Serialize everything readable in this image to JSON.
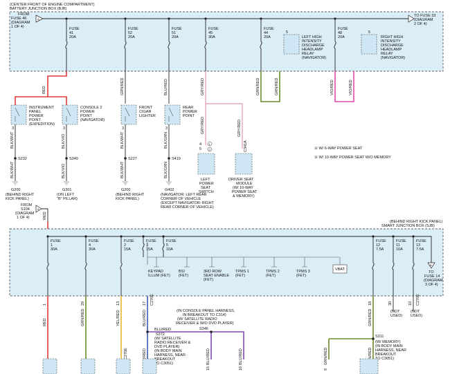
{
  "bjb": {
    "location": "(CENTER FRONT OF ENGINE COMPARTMENT)",
    "title": "BATTERY JUNCTION BOX (BJB)",
    "from_ref": [
      "FROM",
      "FUSE 46",
      "(DIAGRAM",
      "1 OF 4)"
    ],
    "to_ref": [
      "TO FUSE 33",
      "(DIAGRAM",
      "2 OF 4)"
    ],
    "fuses": [
      {
        "name": "FUSE",
        "num": "41",
        "amp": "20A"
      },
      {
        "name": "FUSE",
        "num": "52",
        "amp": "20A"
      },
      {
        "name": "FUSE",
        "num": "51",
        "amp": "20A"
      },
      {
        "name": "FUSE",
        "num": "45",
        "amp": "30A"
      },
      {
        "name": "FUSE",
        "num": "44",
        "amp": "20A"
      },
      {
        "name": "FUSE",
        "num": "48",
        "amp": "20A"
      }
    ],
    "relay_left": [
      "LEFT HIGH",
      "INTENSITY",
      "DISCHARGE",
      "HEADLAMP",
      "RELAY",
      "(NAVIGATOR)"
    ],
    "relay_right": [
      "RIGHT HIGH",
      "INTENSITY",
      "DISCHARGE",
      "HEADLAMP",
      "RELAY",
      "(NAVIGATOR)"
    ],
    "relay_pin": "5"
  },
  "wires_top": {
    "red": "RED",
    "grn_red": "GRN/RED",
    "blu_red": "BLU/RED",
    "gry_red": "GRY/RED",
    "vio_red": "VIO/RED"
  },
  "power_points": [
    {
      "label": [
        "INSTRUMENT",
        "PANEL",
        "POWER",
        "POINT",
        "(EXPEDITION)"
      ],
      "pin": "3",
      "wire": "BLK/WHT",
      "splice": "S232",
      "wire2": "BLK/WHT",
      "ground": "G200",
      "loc": [
        "(BEHIND RIGHT",
        "KICK PANEL)"
      ]
    },
    {
      "label": [
        "CONSOLE 2",
        "POWER",
        "POINT",
        "(NAVIGATOR)"
      ],
      "pin": "3",
      "wire": "BLK/VIO",
      "splice": "S349",
      "wire2": "BLK/VIO",
      "ground": "G301",
      "loc": [
        "(ON LEFT",
        "\"B\" PILLAR)"
      ]
    },
    {
      "label": [
        "FRONT",
        "CIGAR",
        "LIGHTER"
      ],
      "pin": "3",
      "wire": "BLK/WHT",
      "splice": "S227",
      "wire2": "BLK/WHT",
      "ground": "G200",
      "loc": [
        "(BEHIND RIGHT",
        "KICK PANEL)"
      ]
    },
    {
      "label": [
        "REAR",
        "POWER",
        "POINT"
      ],
      "pin": "3",
      "wire": "BLK/GRN",
      "splice": "S419",
      "wire2": "BLK/GRN",
      "ground": "G402",
      "loc": [
        "(NAVIGATOR: LEFT REAR",
        "CORNER OF VEHICLE",
        "(EXCEPT NAVIGATOR: RIGHT",
        "REAR CORNER OF VEHICLE)"
      ]
    }
  ],
  "seats": {
    "left": {
      "wire": "GRY/RED",
      "pin": "4",
      "pin2": "5",
      "label": [
        "LEFT",
        "POWER",
        "SEAT",
        "SWITCH"
      ]
    },
    "driver": {
      "wire": "GRY/RED",
      "conn": "C341A",
      "label": [
        "DRIVER SEAT",
        "MODULE",
        "(W/ 10-WAY",
        "POWER SEAT",
        "& MEMORY)"
      ]
    }
  },
  "notes": [
    "① W/ 6-WAY POWER SEAT",
    "② W/ 10-WAY POWER SEAT W/O MEMORY"
  ],
  "sjb": {
    "location": "(BEHIND RIGHT KICK PANEL)",
    "title": "SMART JUNCTION BOX (SJB)",
    "from_ref": [
      "FROM",
      "S104",
      "(DIAGRAM",
      "1 OF 4)"
    ],
    "to_ref": [
      "TO",
      "FUSE 14",
      "(DIAGRAM",
      "3 OF 4)"
    ],
    "fuses": [
      {
        "name": "FUSE",
        "num": "1",
        "amp": "30A"
      },
      {
        "name": "FUSE",
        "num": "4",
        "amp": "30A"
      },
      {
        "name": "FUSE",
        "num": "2",
        "amp": "15A"
      },
      {
        "name": "FUSE",
        "num": "3",
        "amp": "15A"
      },
      {
        "name": "FUSE",
        "num": "5",
        "amp": "10A"
      },
      {
        "name": "FUSE",
        "num": "12",
        "amp": "7.5A"
      },
      {
        "name": "FUSE",
        "num": "11",
        "amp": "10A"
      },
      {
        "name": "FUSE",
        "num": "13",
        "amp": "7.5A"
      }
    ],
    "fets": [
      [
        "KEYPAD",
        "ILLUM (FET)"
      ],
      [
        "BSI",
        "(FET)"
      ],
      [
        "3RD ROW",
        "SEAT ENABLE",
        "(FET)"
      ],
      [
        "TPMS 1",
        "(FET)"
      ],
      [
        "TPMS 2",
        "(FET)"
      ],
      [
        "TPMS 3",
        "(FET)"
      ]
    ],
    "vbat": "VBAT"
  },
  "bottom": {
    "wires": [
      {
        "pin": "1",
        "wire": "RED"
      },
      {
        "pin": "29",
        "wire": "GRN/RED"
      },
      {
        "pin": "13",
        "wire": "YEL/RED"
      },
      {
        "pin": "17",
        "wire": "BLU/RED"
      },
      {
        "pin": "18",
        "wire": "GRN/RED"
      },
      {
        "pin": "30",
        "wire": "(NOT USED)"
      },
      {
        "pin": "10",
        "wire": "(NOT USED)"
      }
    ],
    "conns": [
      "C270E",
      "C270E",
      "C270E"
    ],
    "harness_note": [
      "(IN CONSOLE PANEL HARNESS,",
      "IN BREAKOUT TO C314)",
      "(W/ SATELLITE RADIO",
      "RECEIVER & W/O DVD PLAYER)"
    ],
    "s346": "S346",
    "s372": {
      "id": "S372",
      "wire": "BLU/RED",
      "text": [
        "(W/ SATELLITE",
        "RADIO RECEIVER &",
        "DVD PLAYER)",
        "(IN BODY MAIN",
        "HARNESS, NEAR",
        "BREAKOUT",
        "TO C3051)"
      ]
    },
    "s311": {
      "id": "S311",
      "text": [
        "(W/ MEMORY)",
        "(IN BODY MAIN",
        "HARNESS, NEAR",
        "BREAKOUT",
        "TO C3051)"
      ]
    },
    "lower_wires": [
      {
        "pin": "16",
        "wire": "BLU/RED"
      },
      {
        "pin": "15",
        "wire": "BLU/RED"
      },
      {
        "pin": "16",
        "wire": "BLU/RED"
      },
      {
        "pin": "9",
        "wire": "GRN/RED"
      },
      {
        "pin": "9",
        "wire": "GRN/RED"
      }
    ]
  },
  "colors": {
    "red": "#e03a3a",
    "green": "#6a8a2a",
    "pink": "#e04aa8",
    "violet": "#7a4ab0",
    "yellow": "#e8b82a",
    "tan": "#e6a8b8",
    "blue": "#3a5ab0",
    "panel": "#dbeef8"
  }
}
